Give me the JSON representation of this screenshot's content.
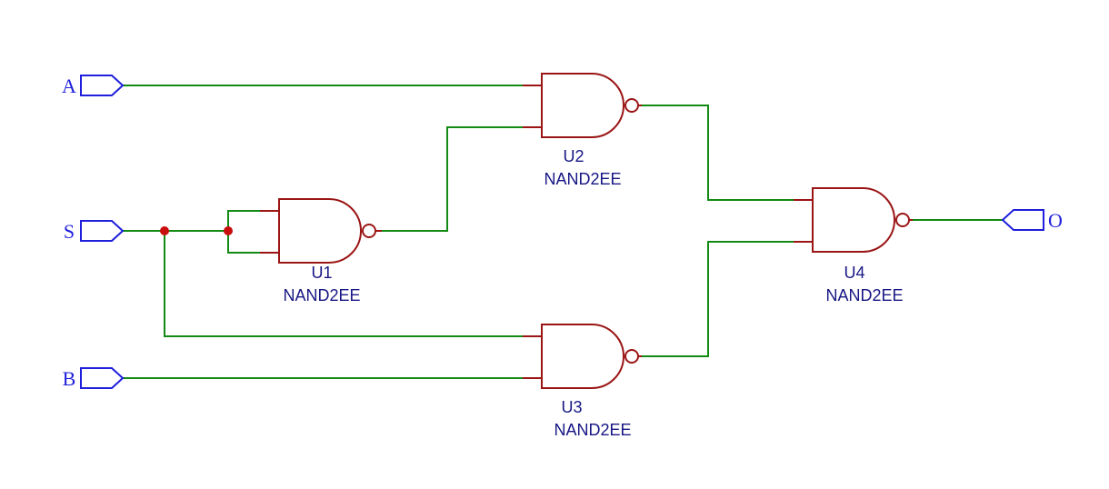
{
  "colors": {
    "wire": "#138a13",
    "gate": "#9b1515",
    "junction": "#c90e0e",
    "port": "#1f1fdc",
    "label": "#171785"
  },
  "ports": {
    "a": "A",
    "s": "S",
    "b": "B",
    "o": "O"
  },
  "gates": {
    "u1": {
      "ref": "U1",
      "type": "NAND2EE"
    },
    "u2": {
      "ref": "U2",
      "type": "NAND2EE"
    },
    "u3": {
      "ref": "U3",
      "type": "NAND2EE"
    },
    "u4": {
      "ref": "U4",
      "type": "NAND2EE"
    }
  }
}
